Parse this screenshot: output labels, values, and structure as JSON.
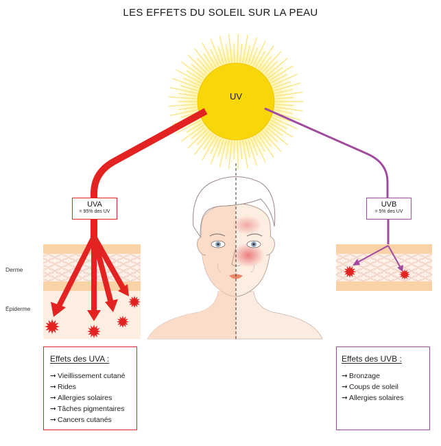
{
  "title": "LES EFFETS DU SOLEIL SUR LA PEAU",
  "sun": {
    "label": "UV"
  },
  "uva": {
    "label": "UVA",
    "share": "= 95% des UV"
  },
  "uvb": {
    "label": "UVB",
    "share": "= 5% des UV"
  },
  "layers": {
    "derme": "Derme",
    "epiderme": "Épiderme"
  },
  "uva_effects": {
    "heading": "Effets des UVA :",
    "items": [
      "Vieillissement cutané",
      "Rides",
      "Allergies solaires",
      "Tâches pigmentaires",
      "Cancers cutanés"
    ]
  },
  "uvb_effects": {
    "heading": "Effets des UVB :",
    "items": [
      "Bronzage",
      "Coups de soleil",
      "Allergies solaires"
    ]
  },
  "colors": {
    "uva": "#e32222",
    "uvb": "#a04aa0",
    "sun": "#f7d60a",
    "skin_dark": "#f9d2a8",
    "skin_light": "#fdeee2",
    "redness": "#e8676a"
  },
  "icons": {
    "bullet": "arrow-right-icon",
    "impact": "starburst-icon"
  }
}
